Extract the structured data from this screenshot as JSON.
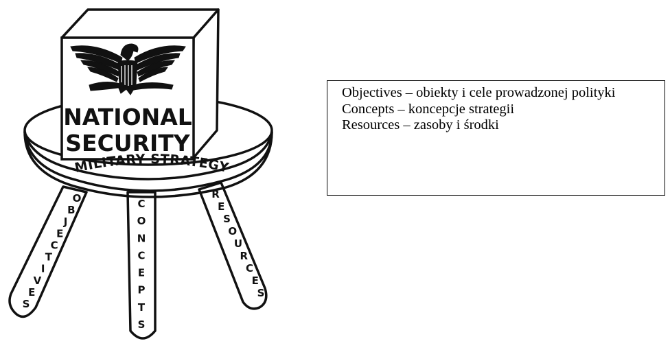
{
  "diagram": {
    "box_top_line": "NATIONAL",
    "box_bottom_line": "SECURITY",
    "seat_label": "MILITARY STRATEGY",
    "legs": [
      {
        "label": "OBJECTIVES"
      },
      {
        "label": "CONCEPTS"
      },
      {
        "label": "RESOURCES"
      }
    ]
  },
  "legend": {
    "lines": [
      "Objectives – obiekty i cele prowadzonej polityki",
      "Concepts – koncepcje strategii",
      "Resources – zasoby i środki"
    ]
  }
}
